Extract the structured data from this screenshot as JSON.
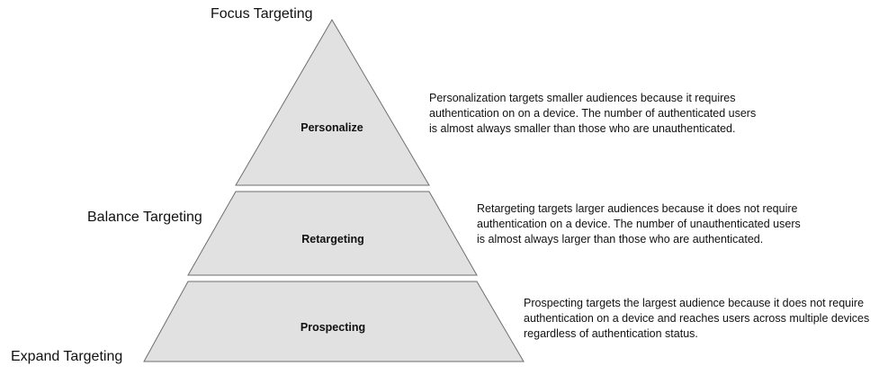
{
  "levels": {
    "focus": "Focus Targeting",
    "balance": "Balance Targeting",
    "expand": "Expand Targeting"
  },
  "tiers": [
    {
      "label": "Personalize",
      "description": [
        "Personalization targets smaller audiences because it requires",
        "authentication on on a device. The number of authenticated users",
        "is almost always smaller than those who are unauthenticated."
      ]
    },
    {
      "label": "Retargeting",
      "description": [
        "Retargeting targets larger audiences because it does not require",
        "authentication on a device. The number of unauthenticated users",
        "is almost always larger than those who are authenticated."
      ]
    },
    {
      "label": "Prospecting",
      "description": [
        "Prospecting targets the largest audience because it does not require",
        "authentication on a device and reaches users across multiple devices",
        "regardless of authentication status."
      ]
    }
  ],
  "colors": {
    "fill": "#e1e1e1",
    "stroke": "#6e6e6e"
  }
}
